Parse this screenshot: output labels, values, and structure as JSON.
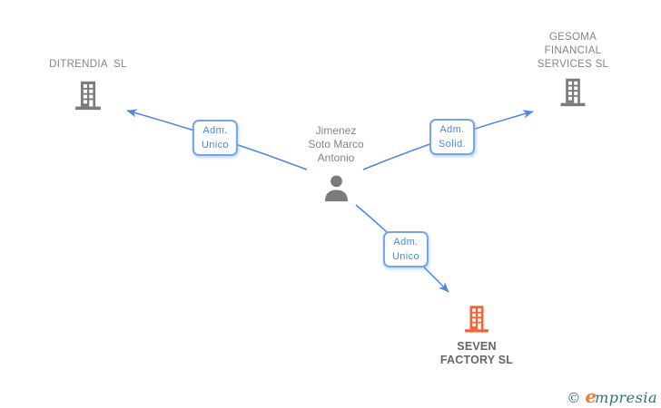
{
  "colors": {
    "edge_blue": "#4a86e8",
    "chip_border_blue": "#74a4ec",
    "node_icon_gray": "#7b7b7b",
    "node_text_gray": "#858585",
    "seven_text_gray": "#666666",
    "building_orange": "#fb5f35",
    "logo_orange": "#ed7d31",
    "logo_teal": "#2b6f85"
  },
  "nodes": {
    "ditrendia": {
      "label": "DITRENDIA  SL"
    },
    "gesoma": {
      "label_line1": "GESOMA",
      "label_line2": "FINANCIAL",
      "label_line3": "SERVICES SL"
    },
    "person": {
      "name_line1": "Jimenez",
      "name_line2": "Soto Marco",
      "name_line3": "Antonio"
    },
    "seven_factory": {
      "label_line1": "SEVEN",
      "label_line2": "FACTORY SL"
    }
  },
  "edges": {
    "person_to_ditrendia": {
      "role_line1": "Adm.",
      "role_line2": "Unico"
    },
    "person_to_gesoma": {
      "role_line1": "Adm.",
      "role_line2": "Solid."
    },
    "person_to_seven_factory": {
      "role_line1": "Adm.",
      "role_line2": "Unico"
    }
  },
  "footer": {
    "copyright_symbol": "©",
    "brand_first_letter": "e",
    "brand_rest": "mpresia"
  }
}
